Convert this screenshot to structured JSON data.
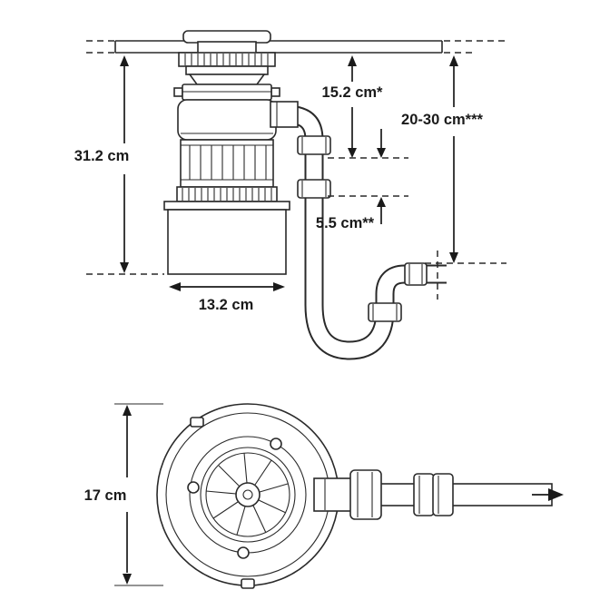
{
  "side_view": {
    "overall_height": "31.2 cm",
    "counter_to_inlet": "15.2 cm*",
    "counter_to_trap": "20-30 cm***",
    "inlet_to_outlet": "5.5 cm**",
    "base_width": "13.2 cm"
  },
  "top_view": {
    "diameter": "17 cm"
  },
  "colors": {
    "line": "#2a2a2a",
    "text": "#1a1a1a",
    "background": "#ffffff"
  }
}
